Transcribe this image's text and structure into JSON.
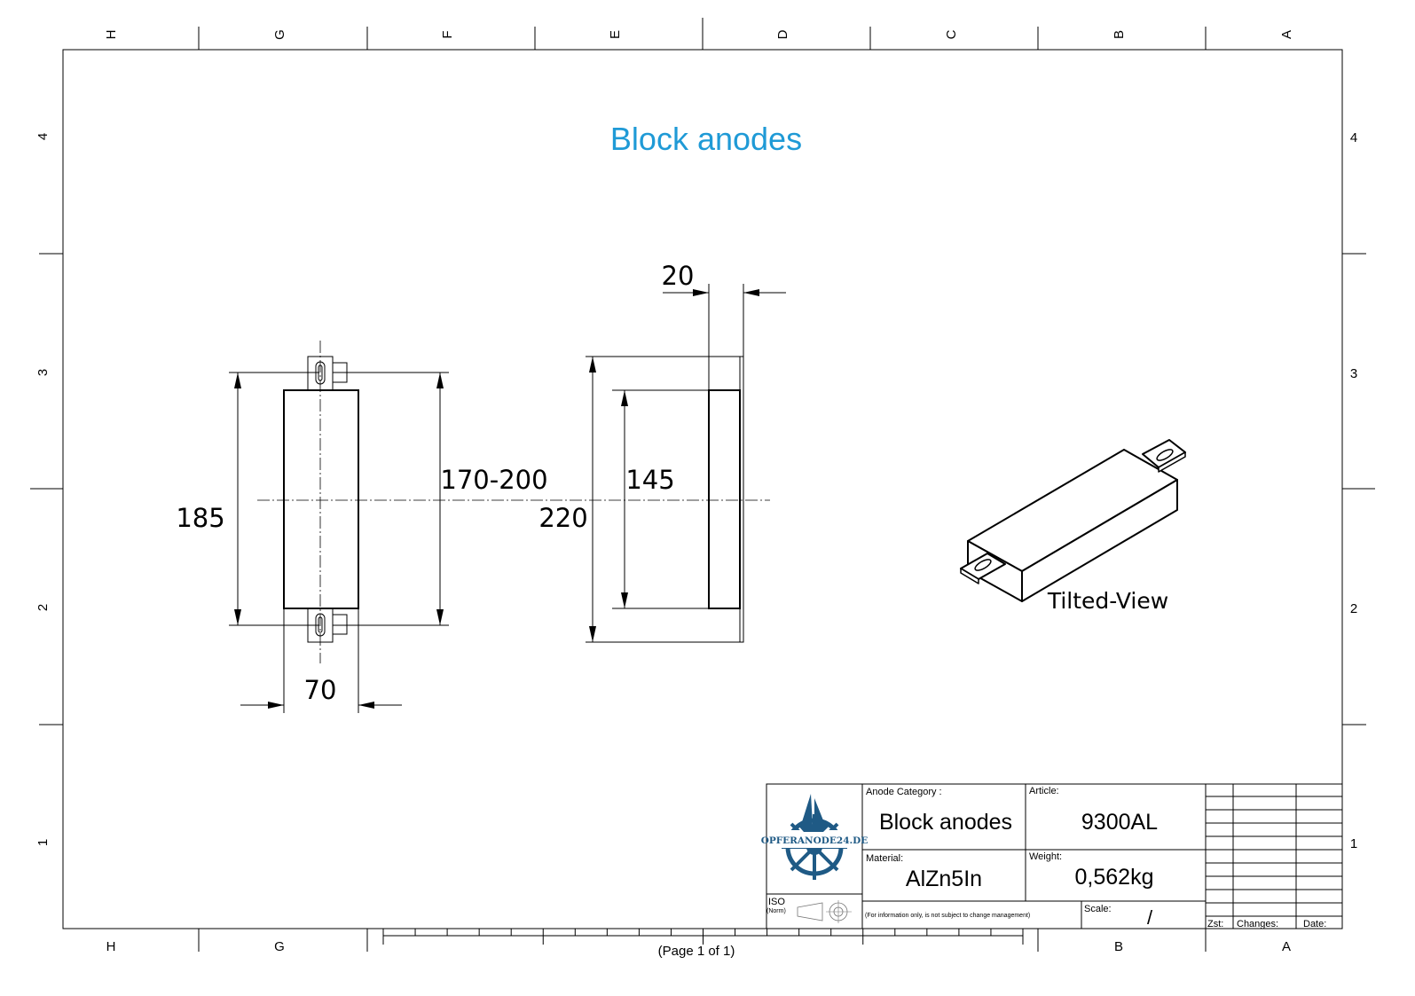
{
  "drawing_title": "Block anodes",
  "frame": {
    "columns": [
      "H",
      "G",
      "F",
      "E",
      "D",
      "C",
      "B",
      "A"
    ],
    "bottom_columns": [
      "H",
      "G",
      "B",
      "A"
    ],
    "rows": [
      "4",
      "3",
      "2",
      "1"
    ]
  },
  "dimensions": {
    "front_height": "185",
    "front_mount": "170-200",
    "front_width": "70",
    "side_thickness": "20",
    "side_body": "145",
    "side_total": "220"
  },
  "views": {
    "tilted_label": "Tilted-View"
  },
  "title_block": {
    "logo_text": "OPFERANODE24.DE",
    "category_label": "Anode Category :",
    "category_value": "Block anodes",
    "article_label": "Article:",
    "article_value": "9300AL",
    "material_label": "Material:",
    "material_value": "AlZn5In",
    "weight_label": "Weight:",
    "weight_value": "0,562kg",
    "iso_label": "ISO",
    "norm_label": "(Norm)",
    "info_note": "(For information only, is not subject to change management)",
    "scale_label": "Scale:",
    "scale_value": "/",
    "zst_label": "Zst:",
    "changes_label": "Changes:",
    "date_label": "Date:"
  },
  "page_indicator": "(Page 1 of 1)",
  "colors": {
    "title": "#1f9ad6",
    "logo": "#1f5a85",
    "lines": "#000000"
  }
}
